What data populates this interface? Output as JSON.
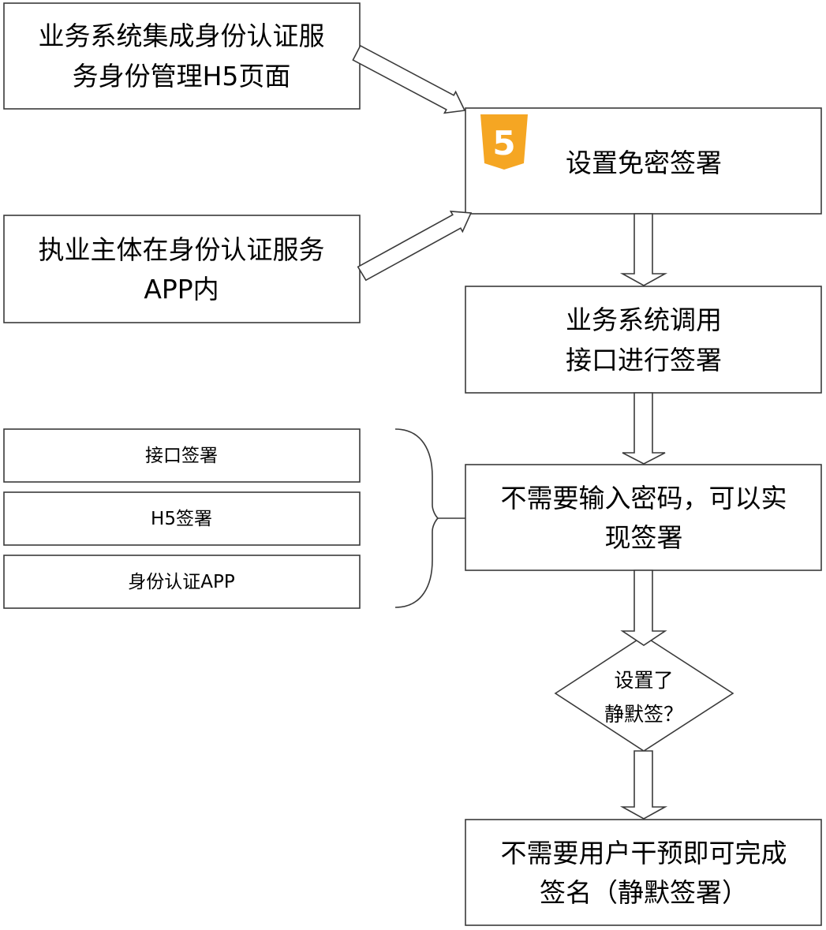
{
  "nodes": {
    "source_h5": [
      "业务系统集成身份认证服",
      "务身份管理H5页面"
    ],
    "source_app": [
      "执业主体在身份认证服务",
      "APP内"
    ],
    "set_exempt": [
      "设置免密签署"
    ],
    "api_call": [
      "业务系统调用",
      "接口进行签署"
    ],
    "no_password": [
      "不需要输入密码，可以实",
      "现签署"
    ],
    "decision": [
      "设置了",
      "静默签？"
    ],
    "silent_sign": [
      "不需要用户干预即可完成",
      "签名（静默签署）"
    ]
  },
  "methods": [
    "接口签署",
    "H5签署",
    "身份认证APP"
  ],
  "icons": {
    "h5": "html5-icon",
    "h5_color": "#f5a623",
    "h5_glyph": "5"
  }
}
